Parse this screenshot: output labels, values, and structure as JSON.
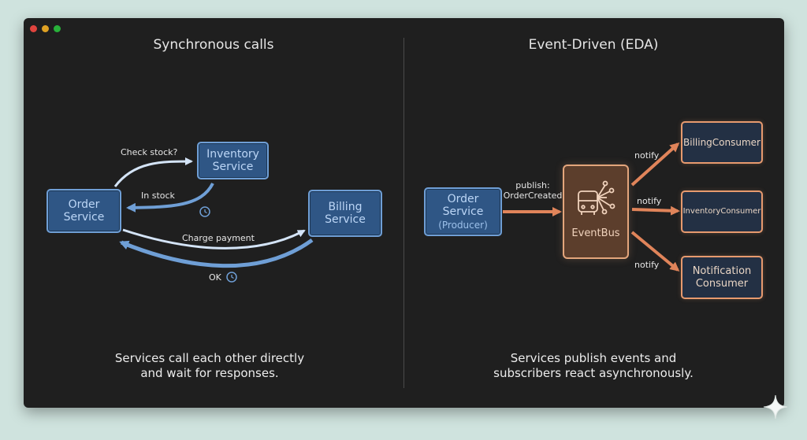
{
  "window": {
    "controls": [
      "close",
      "minimize",
      "maximize"
    ]
  },
  "left": {
    "title": "Synchronous calls",
    "order": [
      "Order",
      "Service"
    ],
    "inventory": [
      "Inventory",
      "Service"
    ],
    "billing": [
      "Billing",
      "Service"
    ],
    "labels": {
      "check_stock": "Check stock?",
      "in_stock": "In stock",
      "charge_payment": "Charge payment",
      "ok": "OK"
    },
    "caption": [
      "Services call each other directly",
      "and wait for responses."
    ]
  },
  "right": {
    "title": "Event-Driven (EDA)",
    "producer": {
      "lines": [
        "Order",
        "Service"
      ],
      "sub": "(Producer)"
    },
    "publish": [
      "publish:",
      "OrderCreated"
    ],
    "eventbus": "EventBus",
    "consumers": {
      "billing": "BillingConsumer",
      "inventory": "InventoryConsumer",
      "notification": [
        "Notification",
        "Consumer"
      ]
    },
    "notify": "notify",
    "caption": [
      "Services publish events and",
      "subscribers react asynchronously."
    ]
  },
  "colors": {
    "sync_accent": "#6f9fd6",
    "eda_accent": "#e79a6e",
    "window_bg": "#1f1f1f",
    "page_bg": "#cfe3de"
  },
  "icons": [
    "bus-network-icon",
    "clock-icon",
    "sparkle-icon"
  ]
}
